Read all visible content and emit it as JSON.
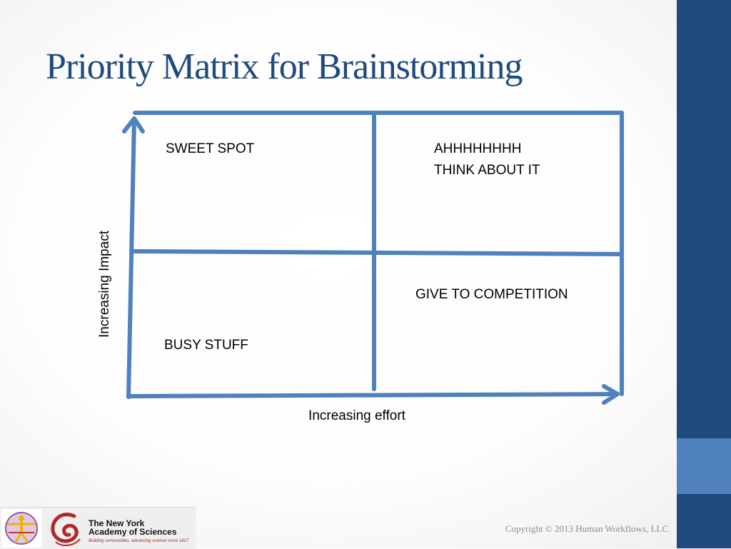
{
  "slide": {
    "title": "Priority Matrix for Brainstorming",
    "copyright": "Copyright © 2013 Human Workflows, LLC"
  },
  "matrix": {
    "y_axis_label": "Increasing Impact",
    "x_axis_label": "Increasing effort",
    "quadrants": {
      "top_left": "SWEET SPOT",
      "top_right_line1": "AHHHHHHHH",
      "top_right_line2": "THINK ABOUT IT",
      "bottom_left": "BUSY STUFF",
      "bottom_right": "GIVE TO COMPETITION"
    },
    "line_color": "#4f81bd"
  },
  "logo": {
    "name_line1": "The New York",
    "name_line2": "Academy of Sciences",
    "tagline": "Building communities, advancing science since 1817"
  },
  "colors": {
    "title": "#1f4a7d",
    "side_bar_dark": "#1f4a7d",
    "side_bar_light": "#4f81bd",
    "logo_accent": "#b3262a"
  }
}
